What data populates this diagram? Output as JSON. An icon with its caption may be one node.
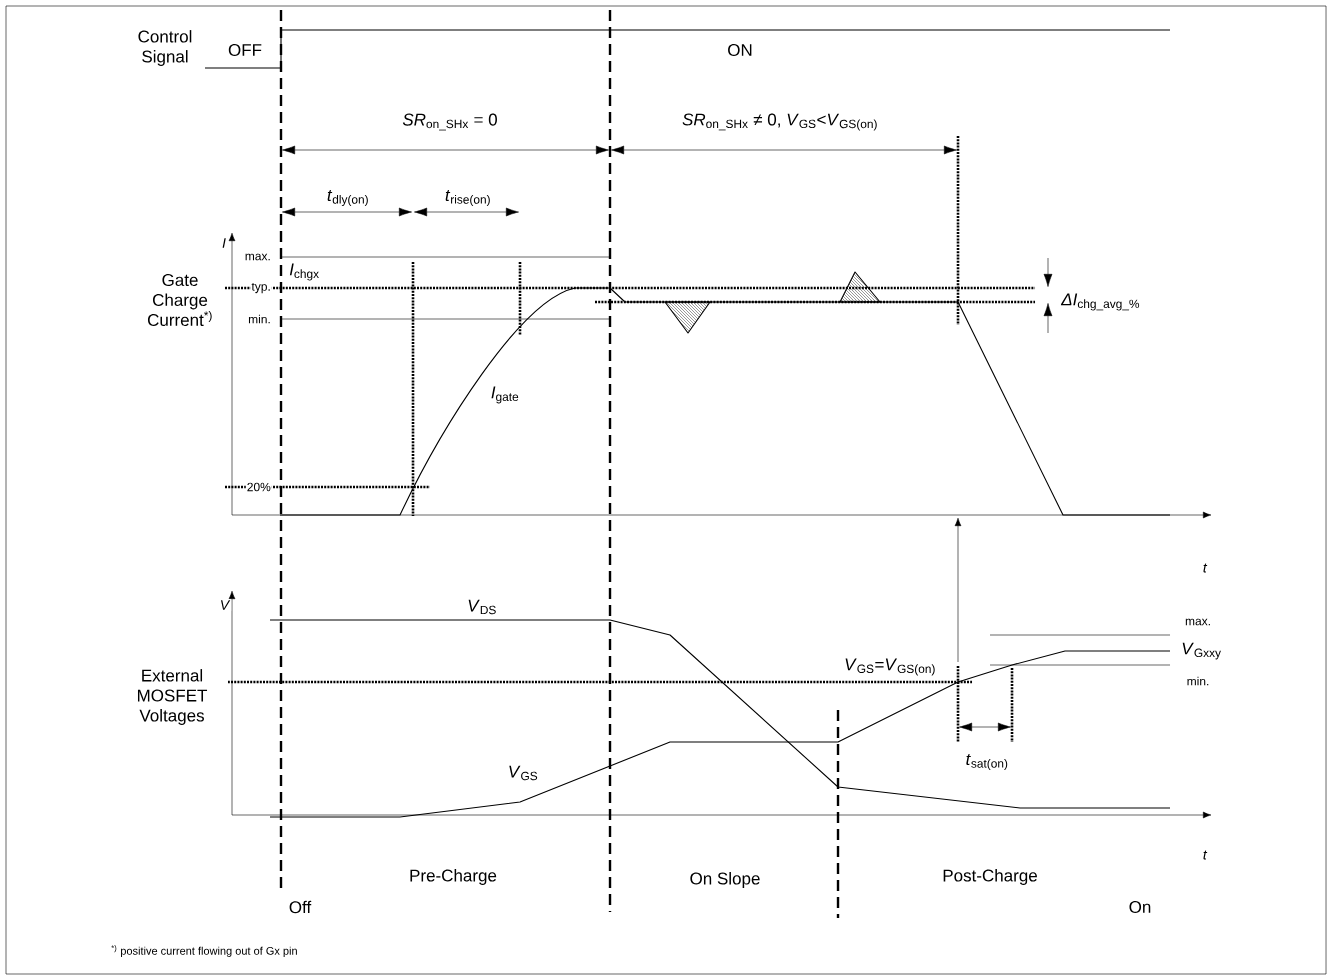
{
  "diagram": {
    "labels": [
      "Control Signal",
      "OFF",
      "ON",
      "*SR*$_{on_SHx}$ = 0",
      "*SR*$_{on_SHx}$ ≠ 0, *V*$_{GS}$<*V*$_{GS(on)}$",
      "*I*",
      "*t*$_{dly(on)}$",
      "*t*$_{rise(on)}$",
      "Gate Charge Current$^{*)}$",
      "max.",
      "*I*$_{chgx}$",
      "typ.",
      "min.",
      "*ΔI*$_{chg_avg_%}$",
      "*I*$_{gate}$",
      "20%",
      "*t*",
      "*V*",
      "*V*$_{DS}$",
      "External MOSFET Voltages",
      "*V*$_{GS}$=*V*$_{GS(on)}$",
      "max.",
      "*V*$_{Gxxy}$",
      "min.",
      "*V*$_{GS}$",
      "*t*$_{sat(on)}$",
      "*t*",
      "Pre-Charge",
      "On Slope",
      "Post-Charge",
      "Off",
      "On",
      "$^{*)}$ positive current flowing out of Gx pin"
    ]
  }
}
